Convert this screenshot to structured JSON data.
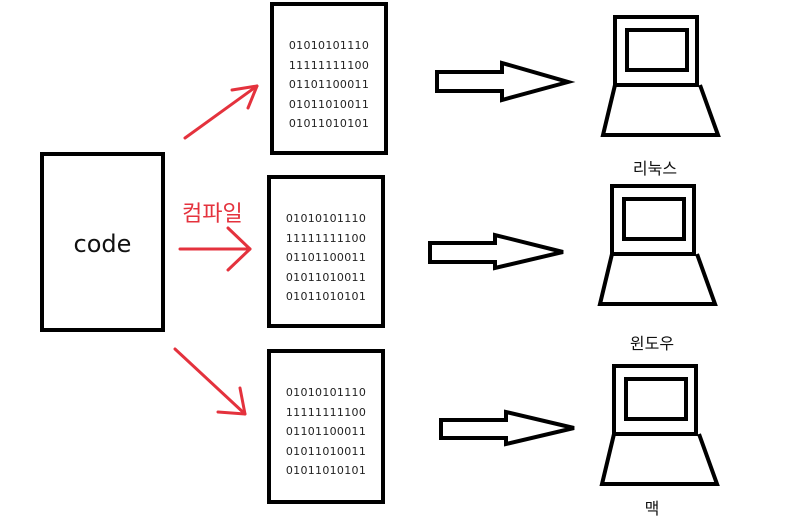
{
  "code_box": {
    "label": "code"
  },
  "compile_label": "컴파일",
  "binaries": [
    {
      "lines": [
        "01010101110",
        "11111111100",
        "01101100011",
        "01011010011",
        "01011010101"
      ]
    },
    {
      "lines": [
        "01010101110",
        "11111111100",
        "01101100011",
        "01011010011",
        "01011010101"
      ]
    },
    {
      "lines": [
        "01010101110",
        "11111111100",
        "01101100011",
        "01011010011",
        "01011010101"
      ]
    }
  ],
  "computers": [
    {
      "label": "리눅스"
    },
    {
      "label": "윈도우"
    },
    {
      "label": "맥"
    }
  ],
  "colors": {
    "arrow_red": "#e4323d",
    "outline": "#000000"
  }
}
